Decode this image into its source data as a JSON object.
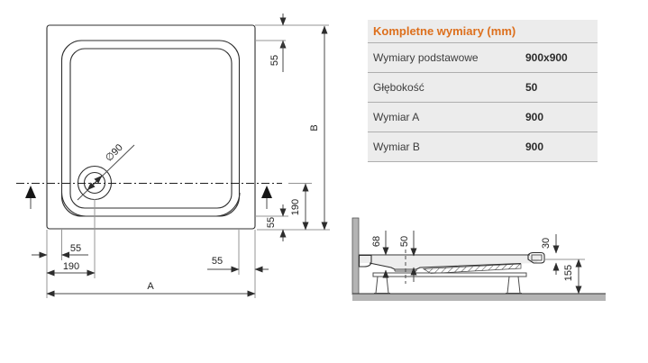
{
  "table": {
    "title": "Kompletne wymiary (mm)",
    "rows": [
      {
        "label": "Wymiary podstawowe",
        "value": "900x900"
      },
      {
        "label": "Głębokość",
        "value": "50"
      },
      {
        "label": "Wymiar A",
        "value": "900"
      },
      {
        "label": "Wymiar B",
        "value": "900"
      }
    ]
  },
  "plan": {
    "dim_top_55": "55",
    "dim_b": "B",
    "dim_right_190": "190",
    "dim_right_55": "55",
    "dim_bottom_55_left": "55",
    "dim_bottom_190": "190",
    "dim_bottom_55_right": "55",
    "dim_a": "A",
    "dim_drain": "∅90"
  },
  "section": {
    "dim_68": "68",
    "dim_50": "50",
    "dim_30": "30",
    "dim_155": "155"
  },
  "colors": {
    "accent_orange": "#dd6f1c",
    "table_background": "#ececec",
    "tray_fill": "#e3e3e3",
    "wall_floor_fill": "#b4b4b4"
  }
}
